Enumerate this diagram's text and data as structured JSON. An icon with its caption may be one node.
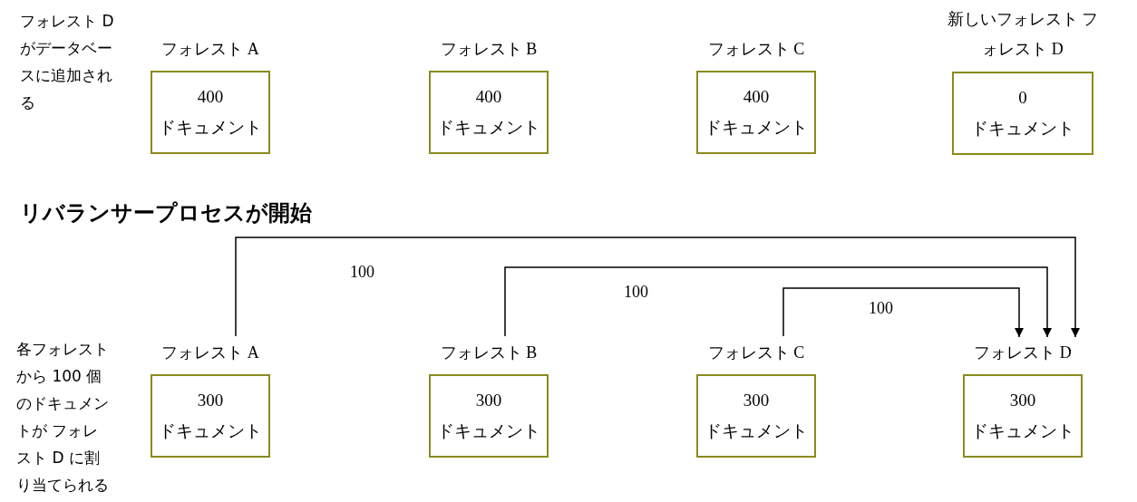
{
  "diagram": {
    "nodes": [
      {
        "text": [
          "フォレスト A",
          "400 ドキュメント"
        ]
      },
      {
        "text": [
          "フォレスト B",
          "400 ドキュメント"
        ]
      },
      {
        "text": [
          "フォレスト C",
          "400 ドキュメント"
        ]
      },
      {
        "text": [
          "新しいフォレスト フォレスト D",
          "0 ドキュメント"
        ]
      },
      {
        "text": [
          "フォレスト A",
          "300 ドキュメント"
        ]
      },
      {
        "text": [
          "フォレスト B",
          "300 ドキュメント"
        ]
      },
      {
        "text": [
          "フォレスト C",
          "300 ドキュメント"
        ]
      },
      {
        "text": [
          "フォレスト D",
          "300 ドキュメント"
        ]
      }
    ],
    "edges": [
      {
        "from": 4,
        "to": 7,
        "arrow": "to",
        "label": "100"
      },
      {
        "from": 5,
        "to": 7,
        "arrow": "to",
        "label": "100"
      },
      {
        "from": 6,
        "to": 7,
        "arrow": "to",
        "label": "100"
      }
    ],
    "labels": [
      "フォレスト Dがデータベースに追加される",
      "リバランサープロセスが開始",
      "各フォレストから 100 個のドキュメントが フォレスト D に割り当てられる"
    ]
  }
}
